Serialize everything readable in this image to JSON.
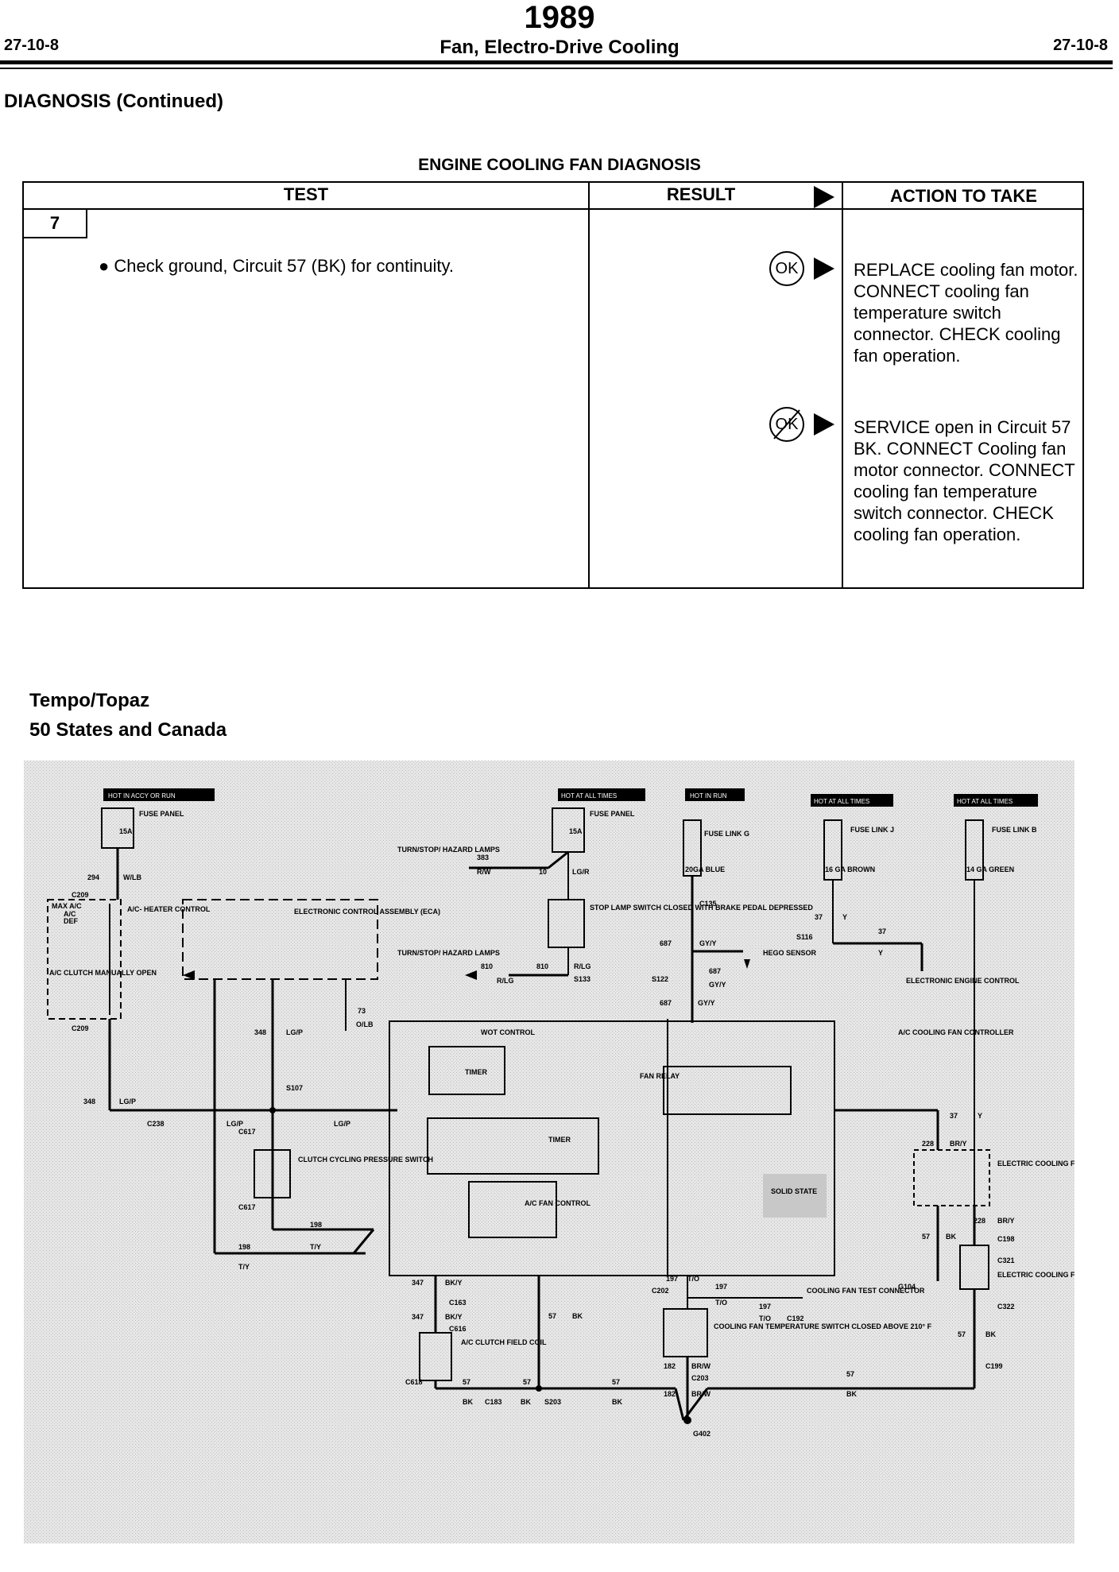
{
  "header": {
    "year": "1989",
    "page_left": "27-10-8",
    "title": "Fan, Electro-Drive Cooling",
    "page_right": "27-10-8"
  },
  "section_title": "DIAGNOSIS (Continued)",
  "table": {
    "title": "ENGINE COOLING FAN DIAGNOSIS",
    "col_test": "TEST",
    "col_result": "RESULT",
    "col_action": "ACTION TO TAKE",
    "step": "7",
    "test_text": "Check ground, Circuit 57 (BK) for continuity.",
    "results": [
      {
        "symbol": "OK",
        "action": "REPLACE cooling fan motor. CONNECT cooling fan temperature switch connector. CHECK cooling fan operation."
      },
      {
        "symbol": "OK",
        "action": "SERVICE open in Circuit 57 BK. CONNECT Cooling fan motor connector. CONNECT cooling fan temperature switch connector. CHECK cooling fan operation."
      }
    ]
  },
  "diagram_titles": {
    "line1": "Tempo/Topaz",
    "line2": "50 States and Canada"
  },
  "wiring": {
    "hot_labels": [
      "HOT IN ACCY OR RUN",
      "HOT AT ALL TIMES",
      "HOT IN RUN",
      "HOT AT ALL TIMES",
      "HOT AT ALL TIMES"
    ],
    "fuse_15a": "15A",
    "fuse_panel": "FUSE PANEL",
    "fuse_link_g": "FUSE LINK G",
    "fuse_link_j": "FUSE LINK J",
    "fuse_link_b": "FUSE LINK B",
    "wire_20ga_blue": "20GA BLUE",
    "wire_16ga_brown": "16 GA BROWN",
    "wire_14ga_green": "14 GA GREEN",
    "turn_hazard": "TURN/STOP/ HAZARD LAMPS",
    "w383": "383",
    "w_rw": "R/W",
    "w10": "10",
    "w_lgr": "LG/R",
    "stop_lamp": "STOP LAMP SWITCH CLOSED WITH BRAKE PEDAL DEPRESSED",
    "w810": "810",
    "w_rlg": "R/LG",
    "s133": "S133",
    "eca": "ELECTRONIC CONTROL ASSEMBLY (ECA)",
    "ac_heater": "A/C- HEATER CONTROL",
    "max_ac": "MAX A/C",
    "ac": "A/C",
    "def": "DEF",
    "ac_clutch_manual": "A/C CLUTCH MANUALLY OPEN",
    "c209": "C209",
    "w294": "294",
    "w_wlb": "W/LB",
    "w348": "348",
    "w_lgp": "LG/P",
    "c238": "C238",
    "s107": "S107",
    "c617": "C617",
    "clutch_cycling": "CLUTCH CYCLING PRESSURE SWITCH",
    "w198": "198",
    "w_ty": "T/Y",
    "w73": "73",
    "w_olb": "O/LB",
    "ac_fan_controller": "A/C COOLING FAN CONTROLLER",
    "wot_control": "WOT CONTROL",
    "timer": "TIMER",
    "fan_relay": "FAN RELAY",
    "ac_fan_control": "A/C FAN CONTROL",
    "solid_state": "SOLID STATE",
    "w687": "687",
    "w_gyy": "GY/Y",
    "c135": "C135",
    "s122": "S122",
    "hego": "HEGO SENSOR",
    "w37": "37",
    "w_y": "Y",
    "s116": "S116",
    "eec": "ELECTRONIC ENGINE CONTROL",
    "w228": "228",
    "w_bry": "BR/Y",
    "elec_fan_relay": "ELECTRIC COOLING FAN RELAY",
    "c198": "C198",
    "w57": "57",
    "w_bk": "BK",
    "g104": "G104",
    "c321": "C321",
    "elec_fan": "ELECTRIC COOLING FAN",
    "c322": "C322",
    "c199": "C199",
    "w347": "347",
    "w_bky": "BK/Y",
    "c163": "C163",
    "c616": "C616",
    "ac_clutch_field": "A/C CLUTCH FIELD COIL",
    "c618": "C618",
    "c183": "C183",
    "s203": "S203",
    "w197": "197",
    "w_to": "T/O",
    "c202": "C202",
    "c192": "C192",
    "test_connector": "COOLING FAN TEST CONNECTOR",
    "temp_switch": "COOLING FAN TEMPERATURE SWITCH CLOSED ABOVE 210° F",
    "w182": "182",
    "w_brw": "BR/W",
    "c203": "C203",
    "g402": "G402"
  }
}
